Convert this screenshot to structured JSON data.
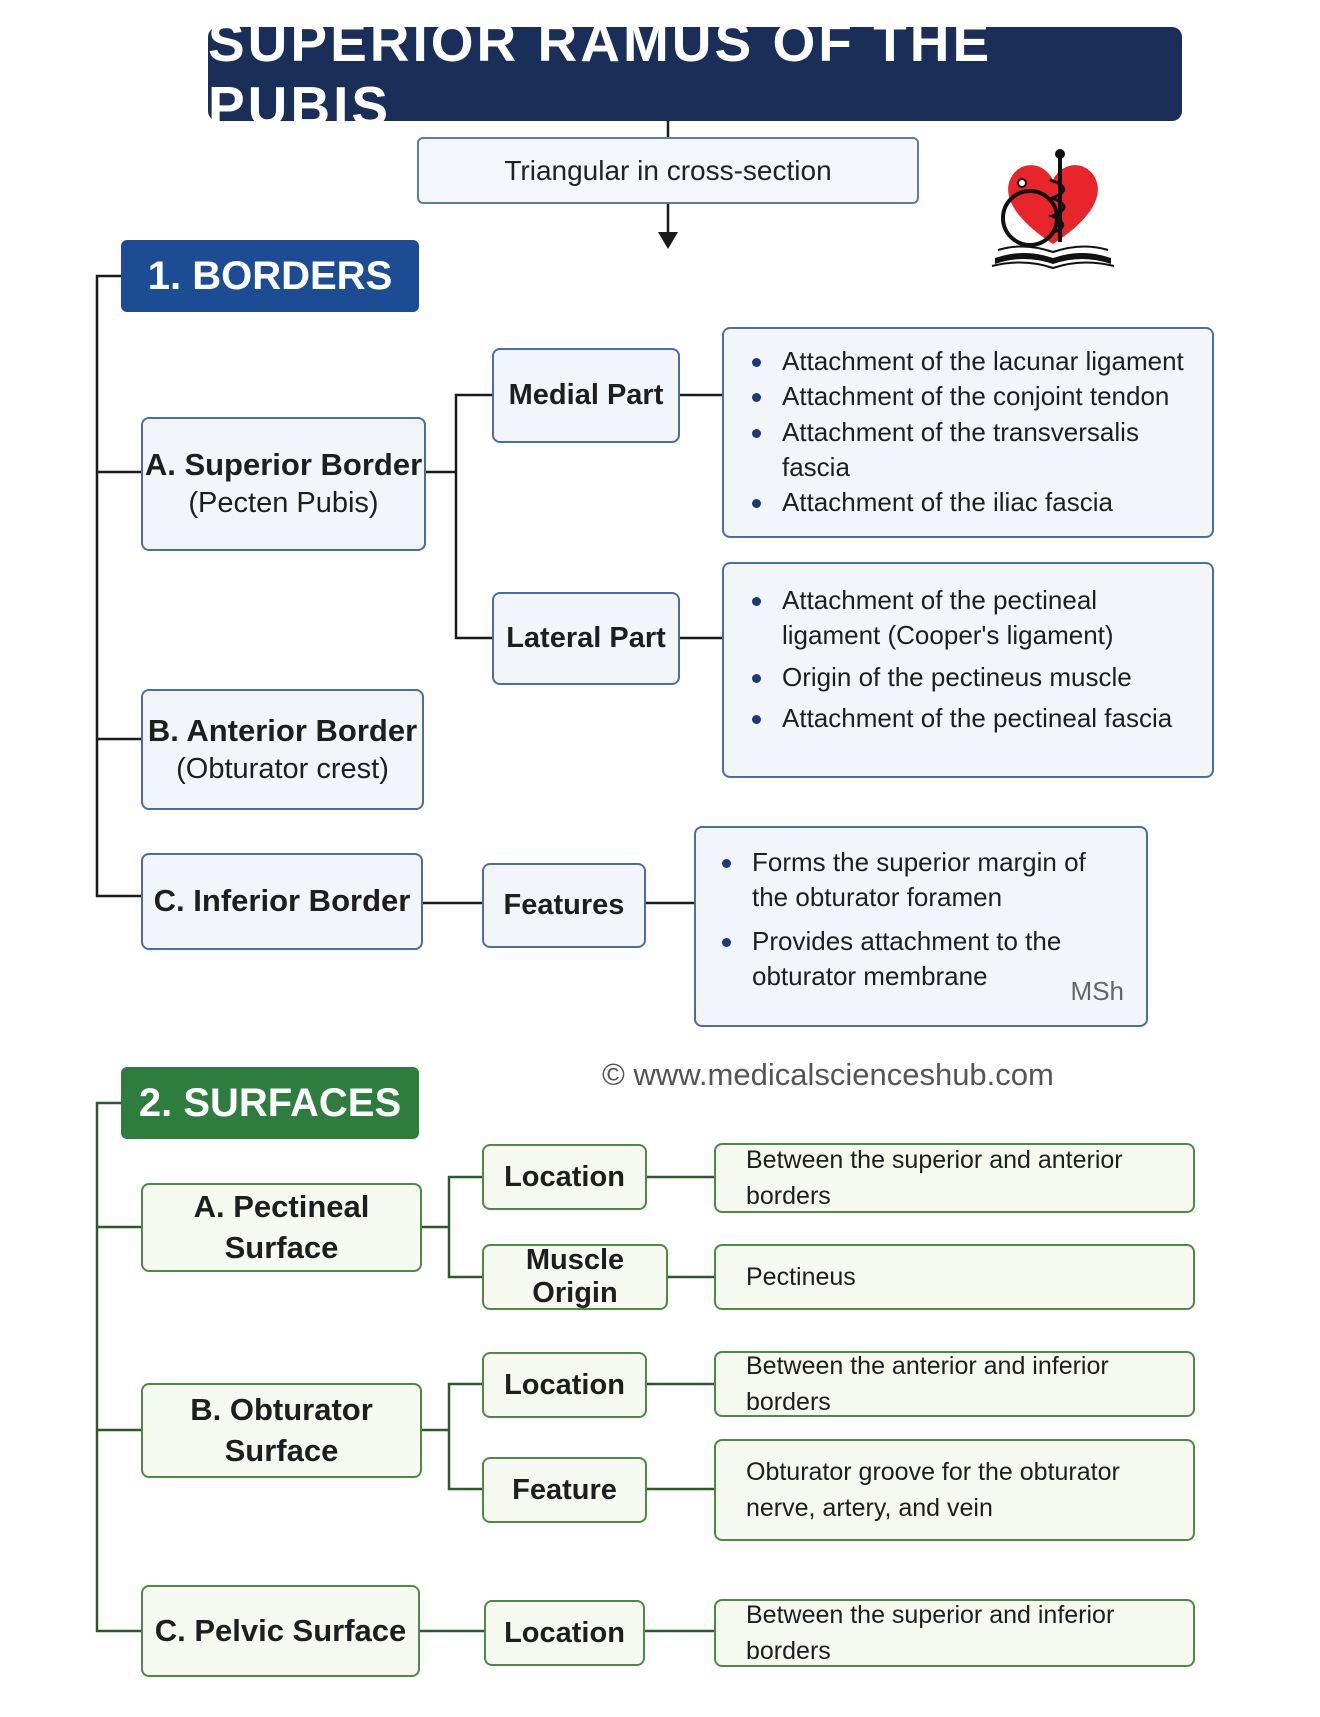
{
  "title": "SUPERIOR RAMUS OF THE PUBIS",
  "subtitle": "Triangular in cross-section",
  "logo": {
    "icon": "heart-stethoscope-book-logo",
    "color": "#e8252a"
  },
  "colors": {
    "title_bg": "#1a2e5a",
    "borders_accent": "#1b4c94",
    "surfaces_accent": "#2e7d3e"
  },
  "borders": {
    "heading": "1. BORDERS",
    "superior": {
      "label": "A. Superior Border",
      "sub": "(Pecten Pubis)",
      "medial": {
        "label": "Medial Part",
        "items": [
          "Attachment of the lacunar ligament",
          "Attachment of the conjoint tendon",
          "Attachment of the transversalis fascia",
          "Attachment of the iliac fascia"
        ]
      },
      "lateral": {
        "label": "Lateral Part",
        "items": [
          "Attachment of the pectineal ligament (Cooper's ligament)",
          "Origin of the pectineus muscle",
          "Attachment of the pectineal fascia"
        ]
      }
    },
    "anterior": {
      "label": "B. Anterior Border",
      "sub": "(Obturator crest)"
    },
    "inferior": {
      "label": "C. Inferior Border",
      "features_label": "Features",
      "items": [
        "Forms the superior margin of the obturator foramen",
        "Provides attachment to the obturator membrane"
      ],
      "signature": "MSh"
    }
  },
  "watermark": "© www.medicalscienceshub.com",
  "surfaces": {
    "heading": "2. SURFACES",
    "pectineal": {
      "label": "A. Pectineal Surface",
      "location_label": "Location",
      "location_value": "Between the superior and anterior borders",
      "muscle_label": "Muscle Origin",
      "muscle_value": "Pectineus"
    },
    "obturator": {
      "label": "B. Obturator Surface",
      "location_label": "Location",
      "location_value": "Between the anterior and inferior borders",
      "feature_label": "Feature",
      "feature_value": "Obturator groove for the obturator nerve, artery, and vein"
    },
    "pelvic": {
      "label": "C. Pelvic Surface",
      "location_label": "Location",
      "location_value": "Between the superior and inferior borders"
    }
  }
}
